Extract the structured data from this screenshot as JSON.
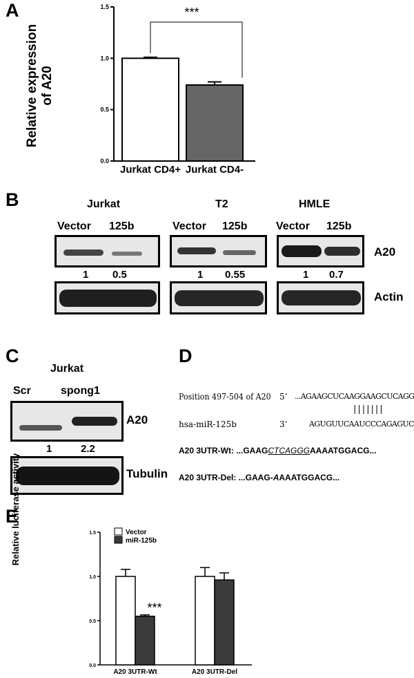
{
  "panels": {
    "A": "A",
    "B": "B",
    "C": "C",
    "D": "D",
    "E": "E"
  },
  "panelA": {
    "sig": "***",
    "ylabel_line1": "Relative expression",
    "ylabel_line2": "of A20",
    "ticks": [
      "1.5",
      "1.0",
      "0.5",
      "0.0"
    ]
  },
  "panelB": {
    "groups": [
      {
        "title": "Jurkat",
        "lanes": [
          "Vector",
          "125b"
        ],
        "values": [
          "1",
          "0.5"
        ]
      },
      {
        "title": "T2",
        "lanes": [
          "Vector",
          "125b"
        ],
        "values": [
          "1",
          "0.55"
        ]
      },
      {
        "title": "HMLE",
        "lanes": [
          "Vector",
          "125b"
        ],
        "values": [
          "1",
          "0.7"
        ]
      }
    ],
    "rows": [
      "A20",
      "Actin"
    ]
  },
  "panelC": {
    "title": "Jurkat",
    "lanes": [
      "Scr",
      "spong1"
    ],
    "values": [
      "1",
      "2.2"
    ],
    "rows": [
      "A20",
      "Tubulin"
    ]
  },
  "panelD": {
    "pos_label": "Position 497-504 of A20",
    "five_prime": "5’",
    "target_seq": "...AGAAGCUCAAGGAAGCUCAGGA..",
    "pairing": "|||||||",
    "mir_label": "hsa-miR-125b",
    "three_prime": "3’",
    "mir_seq": "AGUGUUCAAUCCCAGAGUCCCU",
    "wt_prefix": "A20 3UTR-Wt: ...GAAG",
    "wt_mid": "CTCAGGG",
    "wt_suffix": "AAAATGGACG...",
    "del_prefix": "A20 3UTR-Del: ...GAAG-",
    "del_mid": "A",
    "del_suffix": "AAATGGACG..."
  },
  "panelE": {
    "sig": "***",
    "ylabel": "Relative luciferase activity",
    "ticks": [
      "1.5",
      "1.0",
      "0.5",
      "0.0"
    ]
  },
  "chart_data": [
    {
      "type": "bar",
      "categories": [
        "Jurkat CD4+",
        "Jurkat CD4-"
      ],
      "values": [
        1.0,
        0.74
      ],
      "errors": [
        0.01,
        0.03
      ],
      "colors": [
        "#ffffff",
        "#666666"
      ],
      "ylabel": "Relative expression of A20",
      "ylim": [
        0,
        1.5
      ],
      "annotation": "***"
    },
    {
      "type": "bar",
      "categories": [
        "A20 3UTR-Wt",
        "A20 3UTR-Del"
      ],
      "series": [
        {
          "name": "Vector",
          "values": [
            1.0,
            1.0
          ],
          "errors": [
            0.08,
            0.1
          ],
          "color": "#ffffff"
        },
        {
          "name": "miR-125b",
          "values": [
            0.55,
            0.96
          ],
          "errors": [
            0.015,
            0.08
          ],
          "color": "#3a3a3a"
        }
      ],
      "ylabel": "Relative luciferase activity",
      "ylim": [
        0,
        1.5
      ],
      "legend": "top-left",
      "annotation": "***"
    }
  ]
}
